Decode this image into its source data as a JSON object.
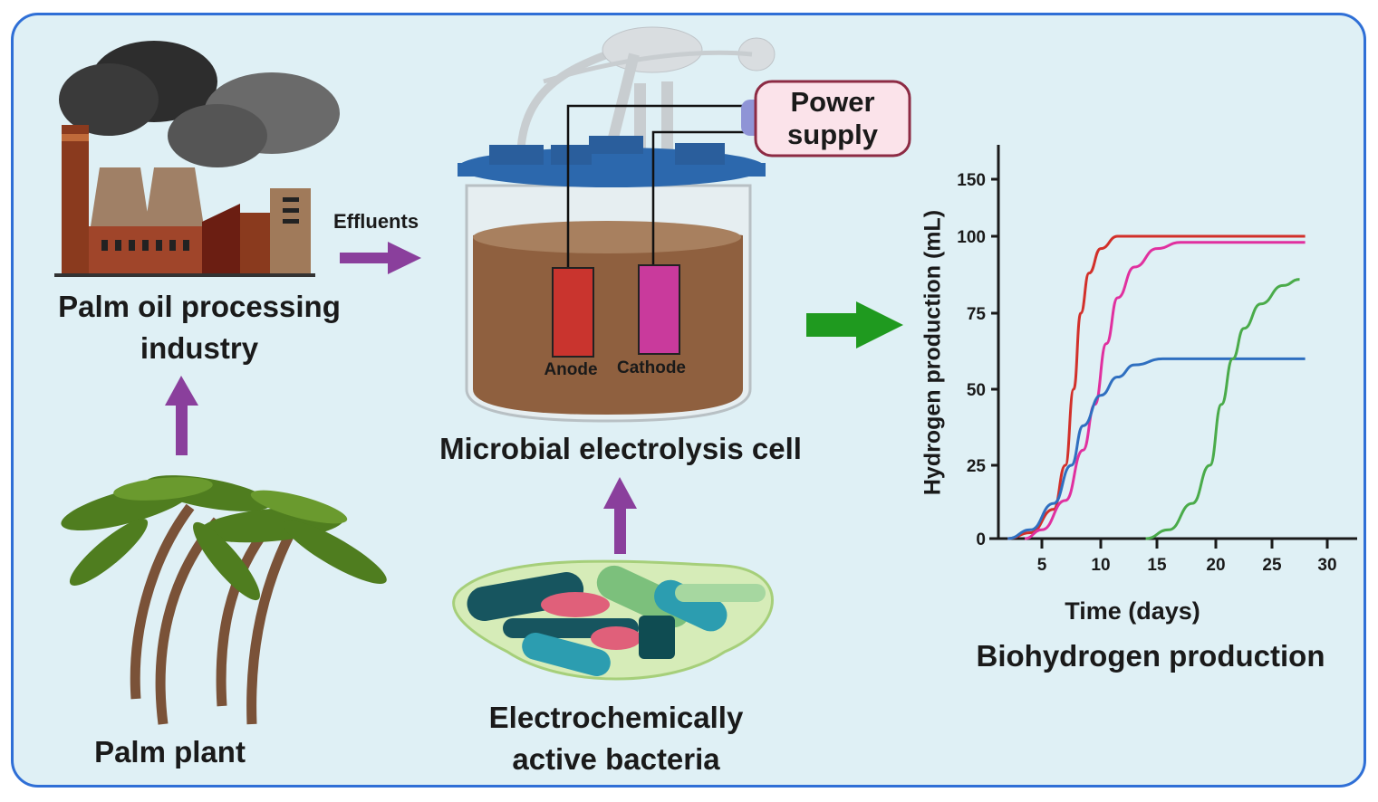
{
  "labels": {
    "industry": [
      "Palm oil processing",
      "industry"
    ],
    "effluents": "Effluents",
    "palm_plant": "Palm plant",
    "mec": "Microbial electrolysis cell",
    "power_supply": [
      "Power",
      "supply"
    ],
    "anode": "Anode",
    "cathode": "Cathode",
    "bacteria": [
      "Electrochemically",
      "active bacteria"
    ],
    "biohydrogen": "Biohydrogen production"
  },
  "colors": {
    "frame": "#2f6fd6",
    "background": "#dff0f5",
    "process_arrow": "#8a3f9c",
    "output_arrow": "#1f9a1f",
    "anode": "#c9342e",
    "cathode": "#c93a9c",
    "liquid": "#8f603f",
    "lid": "#2c68ad"
  },
  "icons": [
    "factory-icon",
    "palm-tree-icon",
    "bioreactor-icon",
    "bacteria-icon"
  ],
  "chart_data": {
    "type": "line",
    "xlabel": "Time (days)",
    "ylabel": "Hydrogen production (mL)",
    "x_ticks": [
      5,
      10,
      15,
      20,
      25,
      30
    ],
    "y_ticks": [
      0,
      25,
      50,
      75,
      100,
      150
    ],
    "grid": false,
    "series": [
      {
        "color": "#d2302a",
        "points": [
          [
            2,
            0
          ],
          [
            4,
            2
          ],
          [
            6,
            10
          ],
          [
            7,
            25
          ],
          [
            7.7,
            50
          ],
          [
            8.3,
            75
          ],
          [
            9,
            88
          ],
          [
            10,
            96
          ],
          [
            11.5,
            100
          ],
          [
            28,
            100
          ]
        ]
      },
      {
        "color": "#e0309f",
        "points": [
          [
            3.5,
            0
          ],
          [
            5,
            3
          ],
          [
            7,
            13
          ],
          [
            8.5,
            30
          ],
          [
            9.5,
            45
          ],
          [
            10.5,
            65
          ],
          [
            11.5,
            80
          ],
          [
            13,
            90
          ],
          [
            15,
            96
          ],
          [
            17,
            98
          ],
          [
            28,
            98
          ]
        ]
      },
      {
        "color": "#2f6fc0",
        "points": [
          [
            2,
            0
          ],
          [
            4,
            3
          ],
          [
            6,
            12
          ],
          [
            7.5,
            25
          ],
          [
            8.5,
            38
          ],
          [
            10,
            48
          ],
          [
            11.5,
            54
          ],
          [
            13,
            58
          ],
          [
            15.5,
            60
          ],
          [
            28,
            60
          ]
        ]
      },
      {
        "color": "#4aab4a",
        "points": [
          [
            14,
            0
          ],
          [
            16,
            3
          ],
          [
            18,
            12
          ],
          [
            19.5,
            25
          ],
          [
            20.5,
            45
          ],
          [
            21.5,
            60
          ],
          [
            22.5,
            70
          ],
          [
            24,
            78
          ],
          [
            26,
            84
          ],
          [
            27.5,
            86
          ]
        ]
      }
    ]
  }
}
